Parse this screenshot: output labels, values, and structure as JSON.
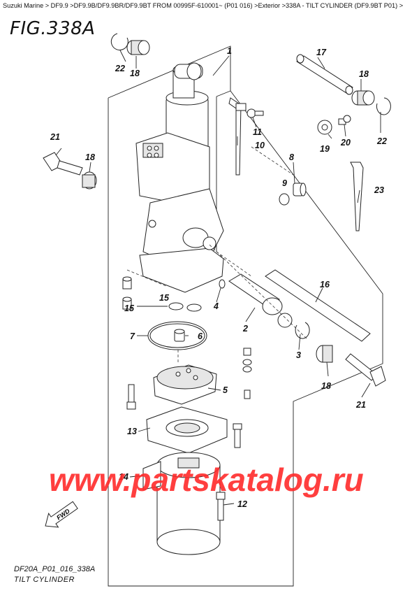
{
  "breadcrumb": "Suzuki Marine > DF9.9 >DF9.9B/DF9.9BR/DF9.9BT FROM 00995F-610001~ (P01 016) >Exterior >338A - TILT CYLINDER (DF9.9BT P01) >",
  "figure_title": "FIG.338A",
  "callouts": {
    "c1": "1",
    "c2": "2",
    "c3": "3",
    "c4": "4",
    "c5": "5",
    "c6": "6",
    "c7": "7",
    "c8": "8",
    "c9": "9",
    "c10": "10",
    "c11": "11",
    "c12": "12",
    "c13": "13",
    "c14": "14",
    "c15": "15",
    "c16": "16",
    "c17": "17",
    "c18a": "18",
    "c18b": "18",
    "c18c": "18",
    "c18d": "18",
    "c19": "19",
    "c20": "20",
    "c21a": "21",
    "c21b": "21",
    "c22a": "22",
    "c22b": "22",
    "c23": "23"
  },
  "fwd_label": "FWD",
  "watermark": "www.partskatalog.ru",
  "footer": {
    "code": "DF20A_P01_016_338A",
    "caption": "TILT CYLINDER"
  }
}
